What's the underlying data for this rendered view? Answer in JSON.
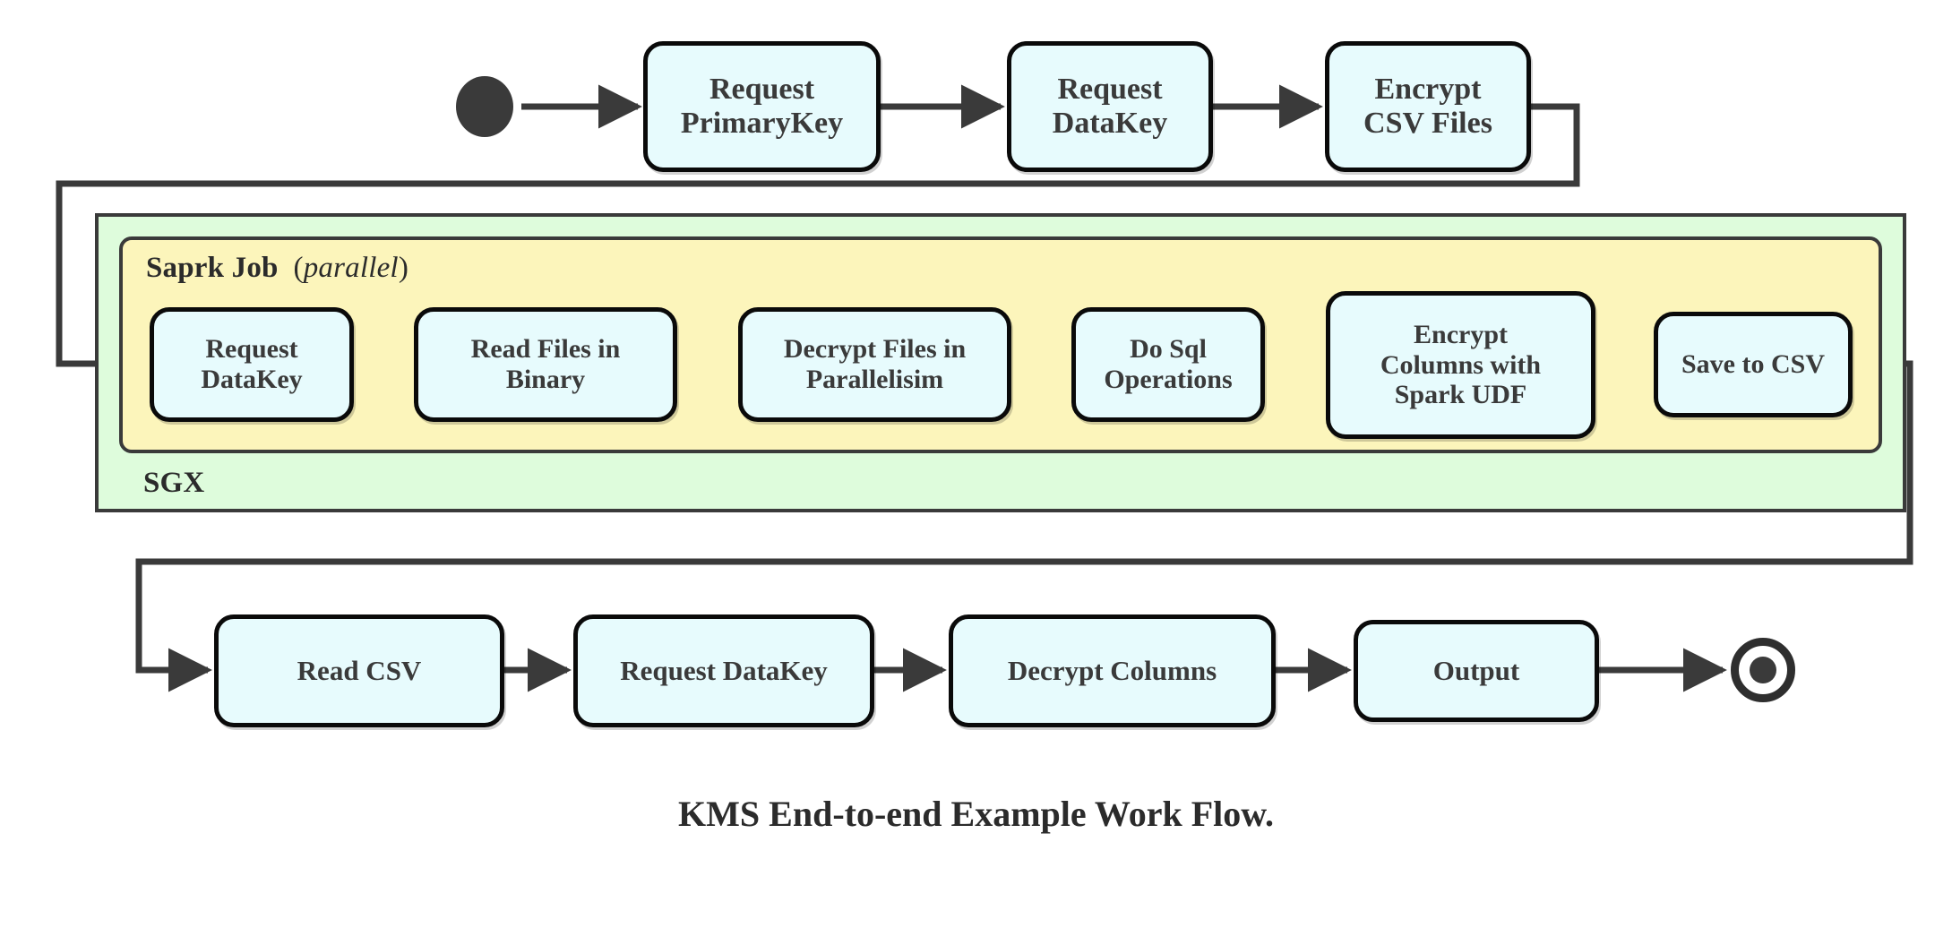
{
  "diagram": {
    "title": "KMS End-to-end Example Work Flow.",
    "caption": "KMS End-to-end Example Work Flow.",
    "type": "activity-flowchart",
    "colors": {
      "node_fill": "#e7fbfd",
      "node_stroke": "#0a0a0a",
      "sgx_fill": "#defcdc",
      "spark_fill": "#fcf5bb",
      "group_stroke": "#3a3a3a",
      "connector": "#3a3a3a",
      "text": "#3a3a3a",
      "background": "#ffffff"
    },
    "terminals": {
      "start_label": "start-node",
      "end_label": "end-node"
    },
    "groups": [
      {
        "id": "sgx",
        "label": "SGX",
        "label_suffix": "",
        "fill": "#defcdc"
      },
      {
        "id": "spark",
        "label": "Saprk Job",
        "label_suffix": "(parallel)",
        "label_suffix_italic": "parallel",
        "fill": "#fcf5bb"
      }
    ],
    "rows": {
      "top": {
        "id": "top-row",
        "nodes": [
          {
            "id": "request-primarykey",
            "lines": [
              "Request",
              "PrimaryKey"
            ]
          },
          {
            "id": "request-datakey-top",
            "lines": [
              "Request",
              "DataKey"
            ]
          },
          {
            "id": "encrypt-csv-files",
            "lines": [
              "Encrypt",
              "CSV Files"
            ]
          }
        ]
      },
      "middle": {
        "id": "spark-row",
        "nodes": [
          {
            "id": "request-datakey-spark",
            "lines": [
              "Request",
              "DataKey"
            ]
          },
          {
            "id": "read-files-in-binary",
            "lines": [
              "Read Files in",
              "Binary"
            ]
          },
          {
            "id": "decrypt-files-in-parallelisim",
            "lines": [
              "Decrypt Files in",
              "Parallelisim"
            ]
          },
          {
            "id": "do-sql-operations",
            "lines": [
              "Do Sql",
              "Operations"
            ]
          },
          {
            "id": "encrypt-columns-with-spark-udf",
            "lines": [
              "Encrypt",
              "Columns with",
              "Spark UDF"
            ]
          },
          {
            "id": "save-to-csv",
            "lines": [
              "Save to CSV"
            ]
          }
        ]
      },
      "bottom": {
        "id": "output-row",
        "nodes": [
          {
            "id": "read-csv",
            "lines": [
              "Read CSV"
            ]
          },
          {
            "id": "request-datakey-bottom",
            "lines": [
              "Request DataKey"
            ]
          },
          {
            "id": "decrypt-columns",
            "lines": [
              "Decrypt Columns"
            ]
          },
          {
            "id": "output",
            "lines": [
              "Output"
            ]
          }
        ]
      }
    },
    "edges": [
      {
        "id": "edge-start-to-request-primarykey",
        "from": "start-node",
        "to": "request-primarykey"
      },
      {
        "id": "edge-request-primarykey-to-request-datakey",
        "from": "request-primarykey",
        "to": "request-datakey-top"
      },
      {
        "id": "edge-request-datakey-to-encrypt-csv-files",
        "from": "request-datakey-top",
        "to": "encrypt-csv-files"
      },
      {
        "id": "edge-encrypt-csv-files-to-spark",
        "from": "encrypt-csv-files",
        "to": "request-datakey-spark"
      },
      {
        "id": "edge-spark-1-2",
        "from": "request-datakey-spark",
        "to": "read-files-in-binary"
      },
      {
        "id": "edge-spark-2-3",
        "from": "read-files-in-binary",
        "to": "decrypt-files-in-parallelisim"
      },
      {
        "id": "edge-spark-3-4",
        "from": "decrypt-files-in-parallelisim",
        "to": "do-sql-operations"
      },
      {
        "id": "edge-spark-4-5",
        "from": "do-sql-operations",
        "to": "encrypt-columns-with-spark-udf"
      },
      {
        "id": "edge-spark-5-6",
        "from": "encrypt-columns-with-spark-udf",
        "to": "save-to-csv"
      },
      {
        "id": "edge-save-to-csv-to-read-csv",
        "from": "save-to-csv",
        "to": "read-csv"
      },
      {
        "id": "edge-read-csv-to-request-datakey",
        "from": "read-csv",
        "to": "request-datakey-bottom"
      },
      {
        "id": "edge-request-datakey-to-decrypt-columns",
        "from": "request-datakey-bottom",
        "to": "decrypt-columns"
      },
      {
        "id": "edge-decrypt-columns-to-output",
        "from": "decrypt-columns",
        "to": "output"
      },
      {
        "id": "edge-output-to-end",
        "from": "output",
        "to": "end-node"
      }
    ]
  }
}
